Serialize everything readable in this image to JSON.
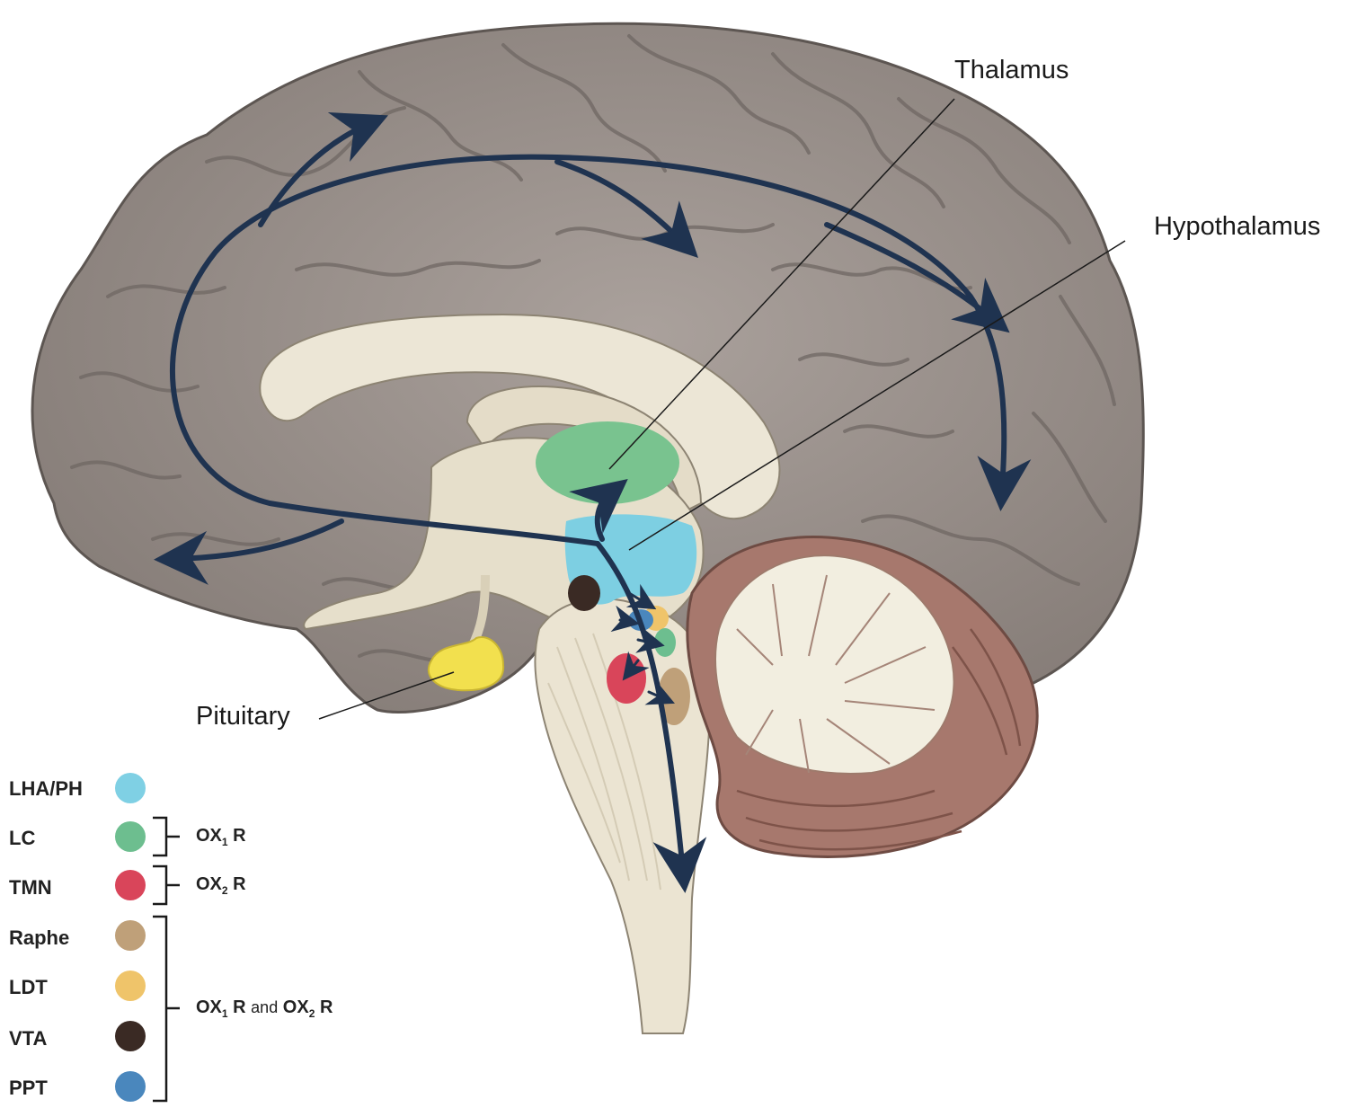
{
  "labels": {
    "thalamus": "Thalamus",
    "hypothalamus": "Hypothalamus",
    "pituitary": "Pituitary"
  },
  "legend": [
    {
      "key": "lha",
      "label": "LHA/PH",
      "color": "#7fd0e4"
    },
    {
      "key": "lc",
      "label": "LC",
      "color": "#6dbe8f"
    },
    {
      "key": "tmn",
      "label": "TMN",
      "color": "#d9455a"
    },
    {
      "key": "raphe",
      "label": "Raphe",
      "color": "#bfa079"
    },
    {
      "key": "ldt",
      "label": "LDT",
      "color": "#efc46a"
    },
    {
      "key": "vta",
      "label": "VTA",
      "color": "#3a2a24"
    },
    {
      "key": "ppt",
      "label": "PPT",
      "color": "#4a87bd"
    }
  ],
  "receptors": {
    "ox": "OX",
    "sub1": "1",
    "sub2": "2",
    "r": "R",
    "and": "and"
  },
  "colors": {
    "cortex": "#9d948f",
    "cortex_dark": "#6f6763",
    "white_matter": "#ece6d6",
    "cerebellum": "#a7786d",
    "arrow": "#1f3350",
    "thalamus": "#79c38f",
    "hypothalamus": "#7dcfe2",
    "pituitary": "#f2e04e"
  }
}
